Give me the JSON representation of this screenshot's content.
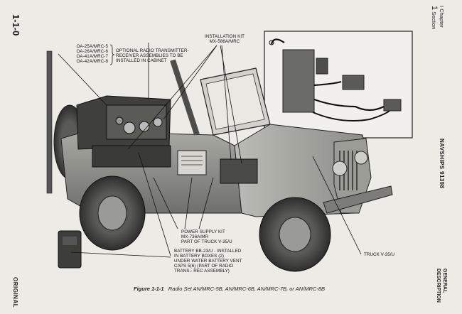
{
  "margin_left": {
    "page_number": "1-1-0",
    "original": "ORIGINAL"
  },
  "margin_right": {
    "chapter_label": "Chapter",
    "chapter_number": "1",
    "section_label": "Section",
    "section_number": "I",
    "doc_id": "NAVSHIPS 91398",
    "section_title": "GENERAL DESCRIPTION"
  },
  "callouts": {
    "oa_lines": [
      "OA-25A/MRC-5",
      "OA-26A/MRC-6",
      "OA-41A/MRC-7",
      "OA-42A/MRC-8"
    ],
    "optional_lines": [
      "OPTIONAL RADIO TRANSMITTER-",
      "RECEIVER ASSEMBLIES TO BE",
      "INSTALLED IN CABINET"
    ],
    "install_kit_lines": [
      "INSTALLATION KIT",
      "MX-586A/MRC"
    ],
    "power_kit_lines": [
      "POWER SUPPLY KIT",
      "MX-736A/MR",
      "PART OF TRUCK V-35/U"
    ],
    "battery_lines": [
      "BATTERY BB-23/U - INSTALLED",
      "IN BATTERY BOXES (2)",
      "UNDER WATER BATTERY VENT",
      "CAPS 5(6) (PART OF RADIO",
      "TRANS.- REC ASSEMBLY)"
    ],
    "truck_label": "TRUCK V-35/U"
  },
  "caption": {
    "prefix": "Figure 1-1-1",
    "text": "Radio Set AN/MRC-5B, AN/MRC-6B, AN/MRC-7B, or AN/MRC-8B"
  }
}
